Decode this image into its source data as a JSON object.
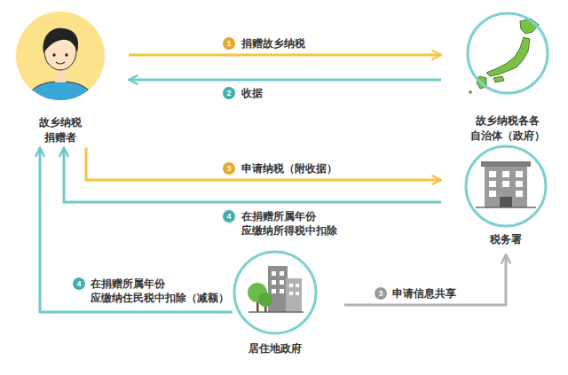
{
  "diagram": {
    "nodes": [
      {
        "text": [
          "故乡纳税 捐赠者"
        ]
      },
      {
        "text": [
          "故乡纳税各各 自治体（政府）"
        ]
      },
      {
        "text": [
          "税务署"
        ]
      },
      {
        "text": [
          "居住地政府"
        ]
      }
    ],
    "edges": [
      {
        "from": 0,
        "to": 1,
        "label": "捐赠故乡纳税",
        "arrow": "to"
      },
      {
        "from": 1,
        "to": 0,
        "label": "收据",
        "arrow": "to"
      },
      {
        "from": 0,
        "to": 2,
        "label": "申请纳税（附收据）",
        "arrow": "to"
      },
      {
        "from": 2,
        "to": 0,
        "label": "在捐赠所属年份 应缴纳所得税中扣除",
        "arrow": "to"
      },
      {
        "from": 3,
        "to": 2,
        "label": "申请信息共享",
        "arrow": "to"
      },
      {
        "from": 3,
        "to": 0,
        "label": "在捐赠所属年份 应缴纳住民税中扣除（减额）",
        "arrow": "to"
      }
    ],
    "labels": [
      "1",
      "2",
      "3",
      "4",
      "3",
      "4"
    ]
  }
}
